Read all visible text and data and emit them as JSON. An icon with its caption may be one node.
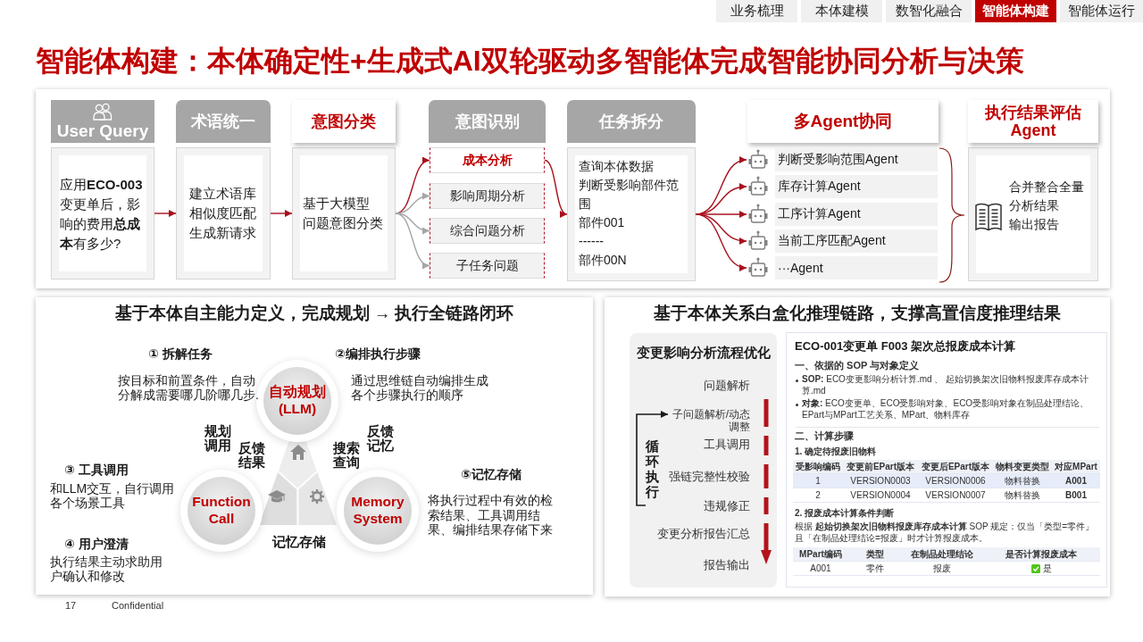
{
  "diagram": {
    "title": "智能体构建：本体确定性+生成式AI双轮驱动多智能体完成智能协同分析与决策",
    "nodes": [
      {
        "text": [
          "User Query",
          "应用**ECO-003**变更单后，影响的费用**总成本**有多少?"
        ]
      },
      {
        "text": [
          "术语统一",
          "建立术语库",
          "相似度匹配",
          "生成新请求"
        ]
      },
      {
        "text": [
          "意图分类",
          "基于大模型",
          "问题意图分类"
        ]
      },
      {
        "text": [
          "意图识别"
        ]
      },
      {
        "text": [
          "成本分析"
        ]
      },
      {
        "text": [
          "影响周期分析"
        ]
      },
      {
        "text": [
          "综合问题分析"
        ]
      },
      {
        "text": [
          "子任务问题"
        ]
      },
      {
        "text": [
          "任务拆分",
          "查询本体数据",
          "判断受影响部件范围",
          "部件001",
          "------",
          "部件00N"
        ]
      },
      {
        "text": [
          "多Agent协同"
        ]
      },
      {
        "text": [
          "判断受影响范围Agent"
        ]
      },
      {
        "text": [
          "库存计算Agent"
        ]
      },
      {
        "text": [
          "工序计算Agent"
        ]
      },
      {
        "text": [
          "当前工序匹配Agent"
        ]
      },
      {
        "text": [
          "···Agent"
        ]
      },
      {
        "text": [
          "执行结果评估Agent",
          "合并整合全量分析结果",
          "输出报告"
        ]
      },
      {
        "text": [
          "基于本体自主能力定义，完成规划 → 执行全链路闭环"
        ]
      },
      {
        "text": [
          "自动规划(LLM)"
        ],
        "in": 16
      },
      {
        "text": [
          "Function Call"
        ],
        "in": 16
      },
      {
        "text": [
          "Memory System"
        ],
        "in": 16
      },
      {
        "text": [
          "基于本体关系白盒化推理链路，支撑高置信度推理结果"
        ]
      },
      {
        "text": [
          "变更影响分析流程优化",
          "问题解析",
          "工具调用",
          "强链完整性校验",
          "违规修正",
          "变更分析报告汇总",
          "报告输出"
        ],
        "in": 20
      },
      {
        "text": [
          "子问题解析/动态调整"
        ],
        "in": 21
      },
      {
        "text": [
          "ECO-001变更单 F003 架次总报废成本计算",
          "一、依据的 SOP 与对象定义",
          "**SOP:** ECO变更影响分析计算.md 、 起始切换架次旧物料报废库存成本计算.md",
          "**对象:** ECO变更单、ECO受影响对象、ECO受影响对象在制品处理结论、EPart与MPart工艺关系、MPart、物料库存",
          "二、计算步骤",
          "1. 确定待报废旧物料",
          "2. 报废成本计算条件判断",
          "根据 **起始切换架次旧物料报废库存成本计算** SOP 规定：仅当「类型=零件」且「在制品处理结论=报废」时才计算报废成本。"
        ],
        "in": 20
      }
    ],
    "edges": [
      {
        "from": 0,
        "to": 1,
        "arrow": "to"
      },
      {
        "from": 1,
        "to": 2,
        "arrow": "to"
      },
      {
        "from": 2,
        "to": 4,
        "arrow": "to"
      },
      {
        "from": 2,
        "to": 5,
        "arrow": "to",
        "color": "#a6a6a6"
      },
      {
        "from": 2,
        "to": 6,
        "arrow": "to",
        "color": "#a6a6a6"
      },
      {
        "from": 2,
        "to": 7,
        "arrow": "to",
        "color": "#a6a6a6"
      },
      {
        "from": 4,
        "to": 8,
        "arrow": "to"
      },
      {
        "from": 8,
        "to": 10,
        "arrow": "to"
      },
      {
        "from": 8,
        "to": 11,
        "arrow": "to"
      },
      {
        "from": 8,
        "to": 12,
        "arrow": "to"
      },
      {
        "from": 8,
        "to": 13,
        "arrow": "to"
      },
      {
        "from": 8,
        "to": 14,
        "arrow": "to"
      },
      {
        "from": null,
        "to": 22,
        "arrow": "to",
        "label": "循环执行",
        "color": "#1a1a1a"
      }
    ],
    "labels": [
      "业务梳理",
      "本体建模",
      "数智化融合",
      "智能体构建",
      "智能体运行",
      "① 拆解任务",
      "按目标和前置条件，自动分解成需要哪几阶哪几步.",
      "②编排执行步骤",
      "通过思维链自动编排生成各个步骤执行的顺序",
      "规划调用",
      "反馈记忆",
      "反馈结果",
      "搜索查询",
      "③ 工具调用",
      "和LLM交互，自行调用各个场景工具",
      "⑤记忆存储",
      "将执行过程中有效的检索结果、工具调用结果、编排结果存储下来",
      "④ 用户澄清",
      "执行结果主动求助用户确认和修改",
      "记忆存储",
      "受影响编码",
      "变更前EPart版本",
      "变更后EPart版本",
      "物料变更类型",
      "对应MPart",
      "1",
      "VERSION0003",
      "VERSION0006",
      "物料替换",
      "A001",
      "2",
      "VERSION0004",
      "VERSION0007",
      "物料替换",
      "B001",
      "MPart编码",
      "类型",
      "在制品处理结论",
      "是否计算报废成本",
      "A001",
      "零件",
      "报废",
      "是",
      "17",
      "Confidential"
    ]
  }
}
